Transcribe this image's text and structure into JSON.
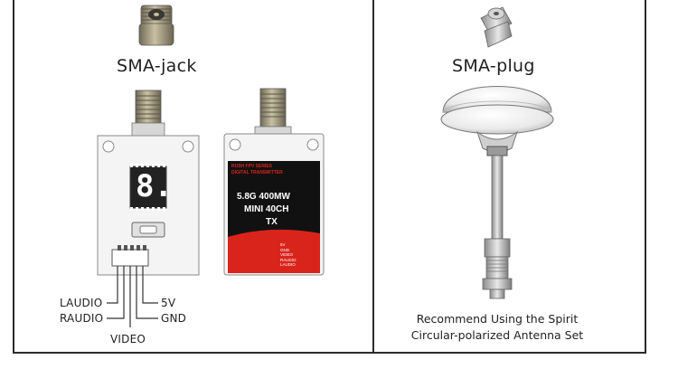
{
  "left_panel": {
    "title": "SMA-jack",
    "display_digit": "8.",
    "pin_labels": {
      "laudio": "LAUDIO",
      "raudio": "RAUDIO",
      "video": "VIDEO",
      "v5": "5V",
      "gnd": "GND"
    },
    "tx_label": {
      "top_line_1": "RUSH FPV SERIES",
      "top_line_2": "DIGITAL TRANSMITTER",
      "line1": "5.8G 400MW",
      "line2": "MINI 40CH",
      "line3": "TX",
      "pins": [
        "5V",
        "GND",
        "VIDEO",
        "RAUDIO",
        "LAUDIO"
      ]
    }
  },
  "right_panel": {
    "title": "SMA-plug",
    "caption_line1": "Recommend Using the Spirit",
    "caption_line2": "Circular-polarized Antenna Set"
  },
  "colors": {
    "label_red": "#d9241c",
    "label_black": "#111111",
    "connector_gold": "#9c9276"
  }
}
